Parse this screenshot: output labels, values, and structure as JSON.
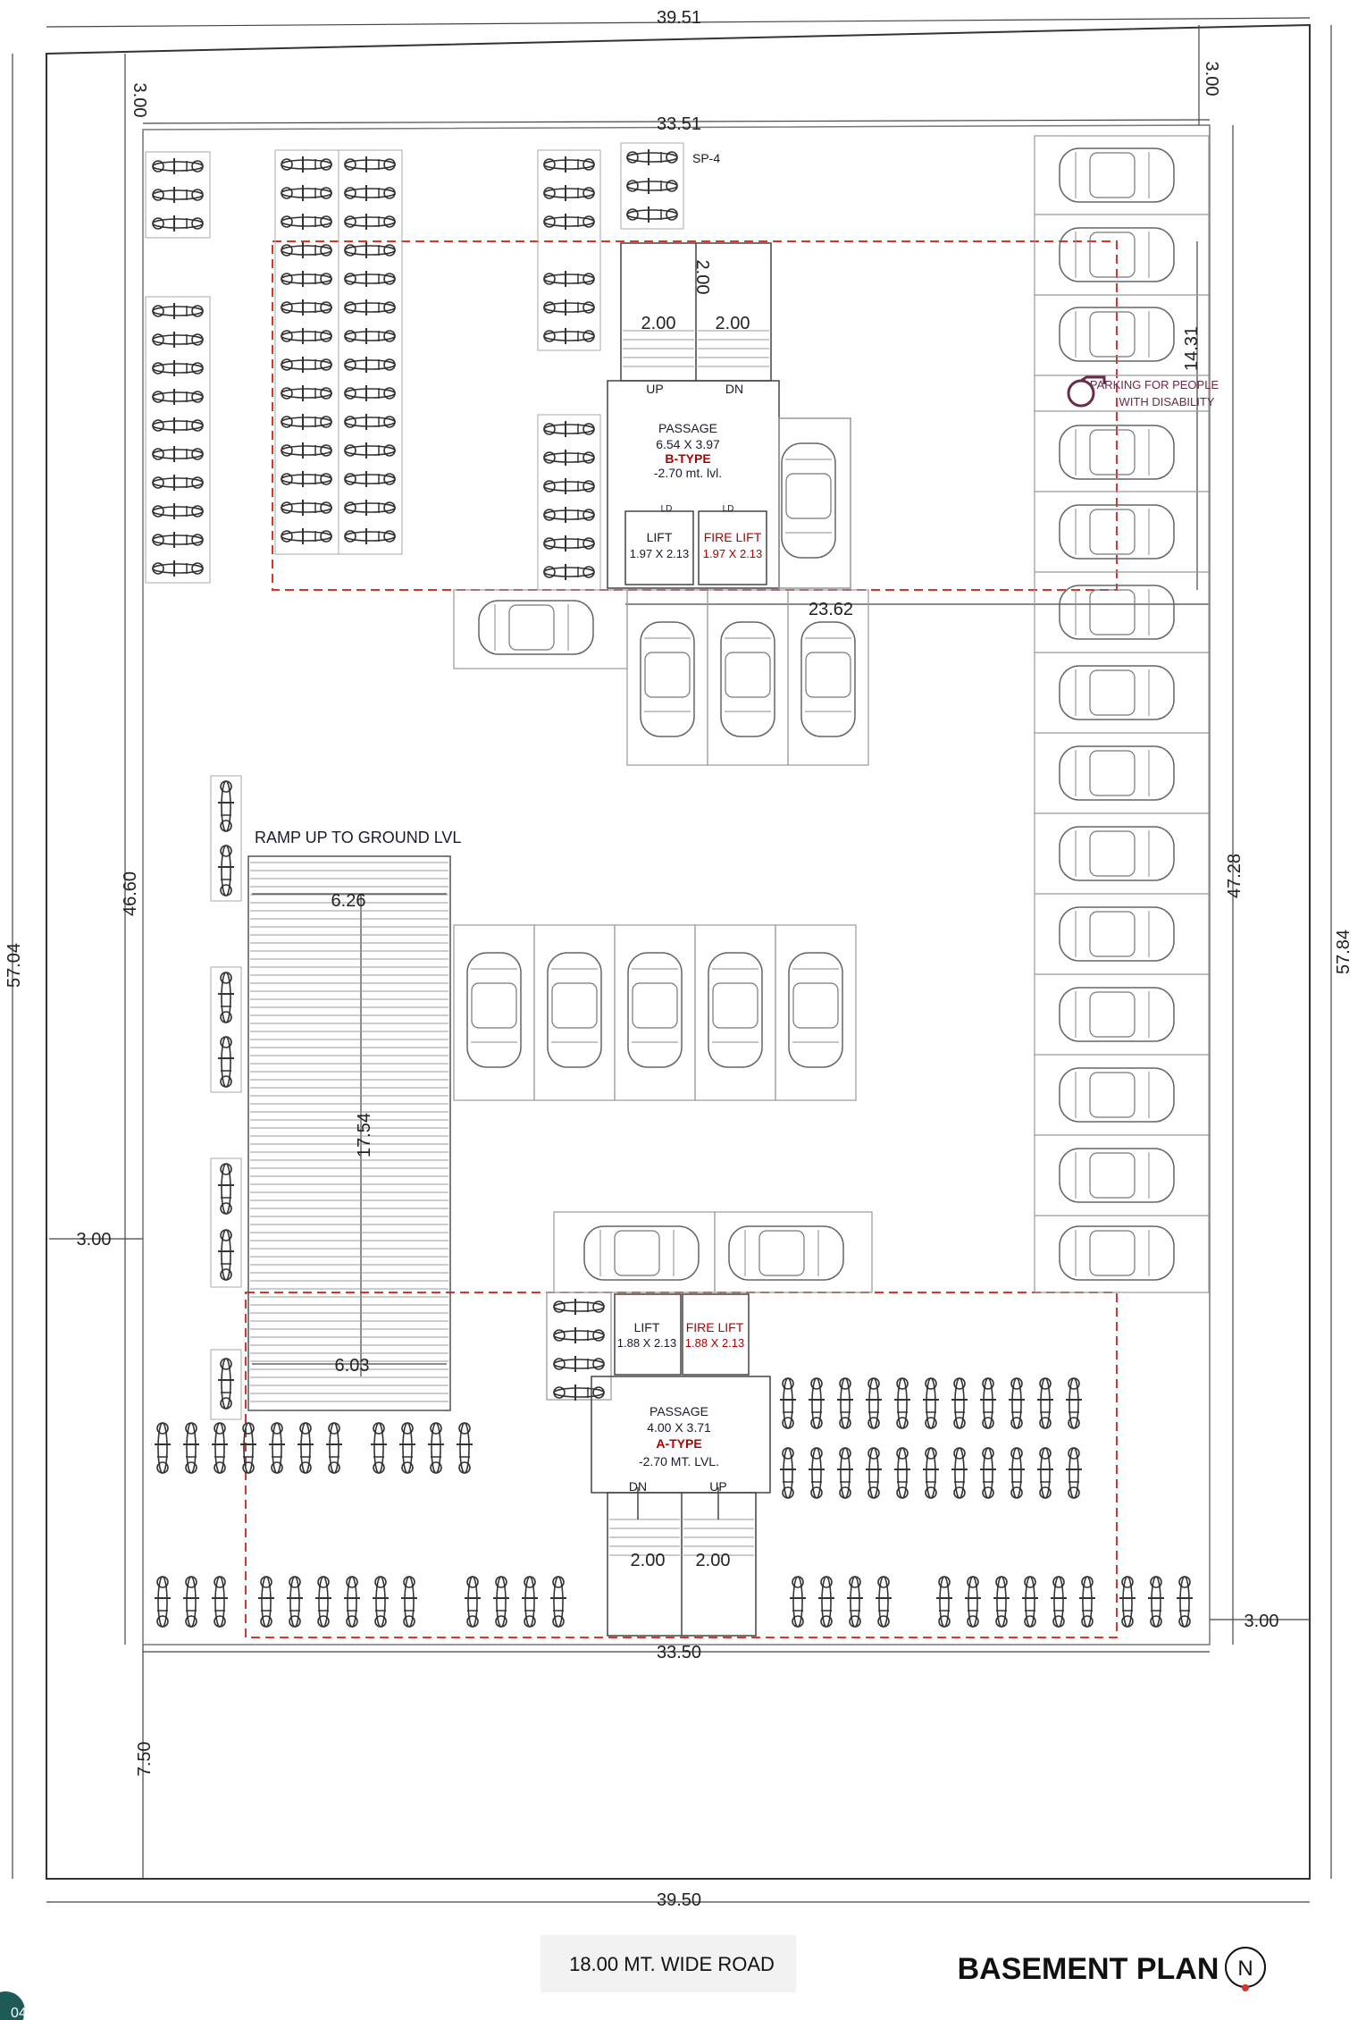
{
  "drawing": {
    "title": "BASEMENT PLAN",
    "north_symbol": "N",
    "road_label": "18.00 MT. WIDE ROAD",
    "corner_badge": "04"
  },
  "dimensions": {
    "top_outer": "39.51",
    "top_inner": "33.51",
    "bottom_inner": "33.50",
    "bottom_outer": "39.50",
    "top_setback_left": "3.00",
    "top_setback_right": "3.00",
    "left_inner": "46.60",
    "left_outer": "57.04",
    "right_inner": "47.28",
    "right_outer": "57.84",
    "left_setback": "3.00",
    "right_setback": "3.00",
    "bottom_setback": "7.50",
    "right_upper": "14.31",
    "mid_width": "23.62",
    "ramp_top": "6.26",
    "ramp_bottom": "6.03",
    "ramp_length": "17.54"
  },
  "core_b": {
    "sp_label": "SP-4",
    "stair_height": "2.00",
    "stair_left": "2.00",
    "stair_right": "2.00",
    "up": "UP",
    "dn": "DN",
    "passage_line1": "PASSAGE",
    "passage_line2": "6.54 X 3.97",
    "type": "B-TYPE",
    "level": "-2.70 mt. lvl.",
    "lift_tag": "LD",
    "fire_lift_tag": "LD",
    "lift_label": "LIFT",
    "lift_size": "1.97 X 2.13",
    "fire_lift_label": "FIRE LIFT",
    "fire_lift_size": "1.97 X 2.13"
  },
  "core_a": {
    "lift_label": "LIFT",
    "lift_size": "1.88 X 2.13",
    "fire_lift_label": "FIRE LIFT",
    "fire_lift_size": "1.88 X 2.13",
    "passage_line1": "PASSAGE",
    "passage_line2": "4.00 X 3.71",
    "type": "A-TYPE",
    "level": "-2.70 MT. LVL.",
    "dn": "DN",
    "up": "UP",
    "stair_left": "2.00",
    "stair_right": "2.00"
  },
  "ramp": {
    "label": "RAMP UP TO GROUND LVL"
  },
  "accessible": {
    "line1": "PARKING FOR PEOPLE",
    "line2": "WITH DISABILITY",
    "icon": "wheelchair-icon"
  },
  "colors": {
    "line": "#333333",
    "grid": "#b5b5b5",
    "red_outline": "#d0392b",
    "accent": "#b00000",
    "text": "#1a1a2e"
  }
}
